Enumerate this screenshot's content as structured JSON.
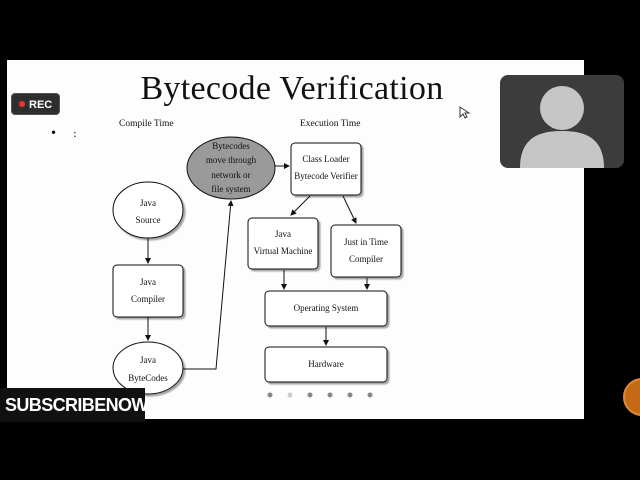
{
  "slide": {
    "title": "Bytecode Verification",
    "bullet": "•",
    "bullet_text": ":",
    "compile_time_label": "Compile Time",
    "execution_time_label": "Execution Time"
  },
  "diagram": {
    "java_source": [
      "Java",
      "Source"
    ],
    "java_compiler": [
      "Java",
      "Compiler"
    ],
    "java_bytecodes": [
      "Java",
      "ByteCodes"
    ],
    "network": [
      "Bytecodes",
      "move through",
      "network or",
      "file system"
    ],
    "class_loader": [
      "Class Loader",
      "Bytecode Verifier"
    ],
    "jvm": [
      "Java",
      "Virtual Machine"
    ],
    "jit": [
      "Just in Time",
      "Compiler"
    ],
    "os": "Operating System",
    "hardware": "Hardware"
  },
  "overlay": {
    "rec_label": "REC",
    "subscribe_label": "SUBSCRIBENOW",
    "webcam_icon": "user-avatar-icon",
    "cursor_icon": "mouse-pointer-icon"
  },
  "colors": {
    "rec_dot": "#e33333",
    "network_node_fill": "#9a9a9a",
    "orange_button": "#c46a16"
  }
}
